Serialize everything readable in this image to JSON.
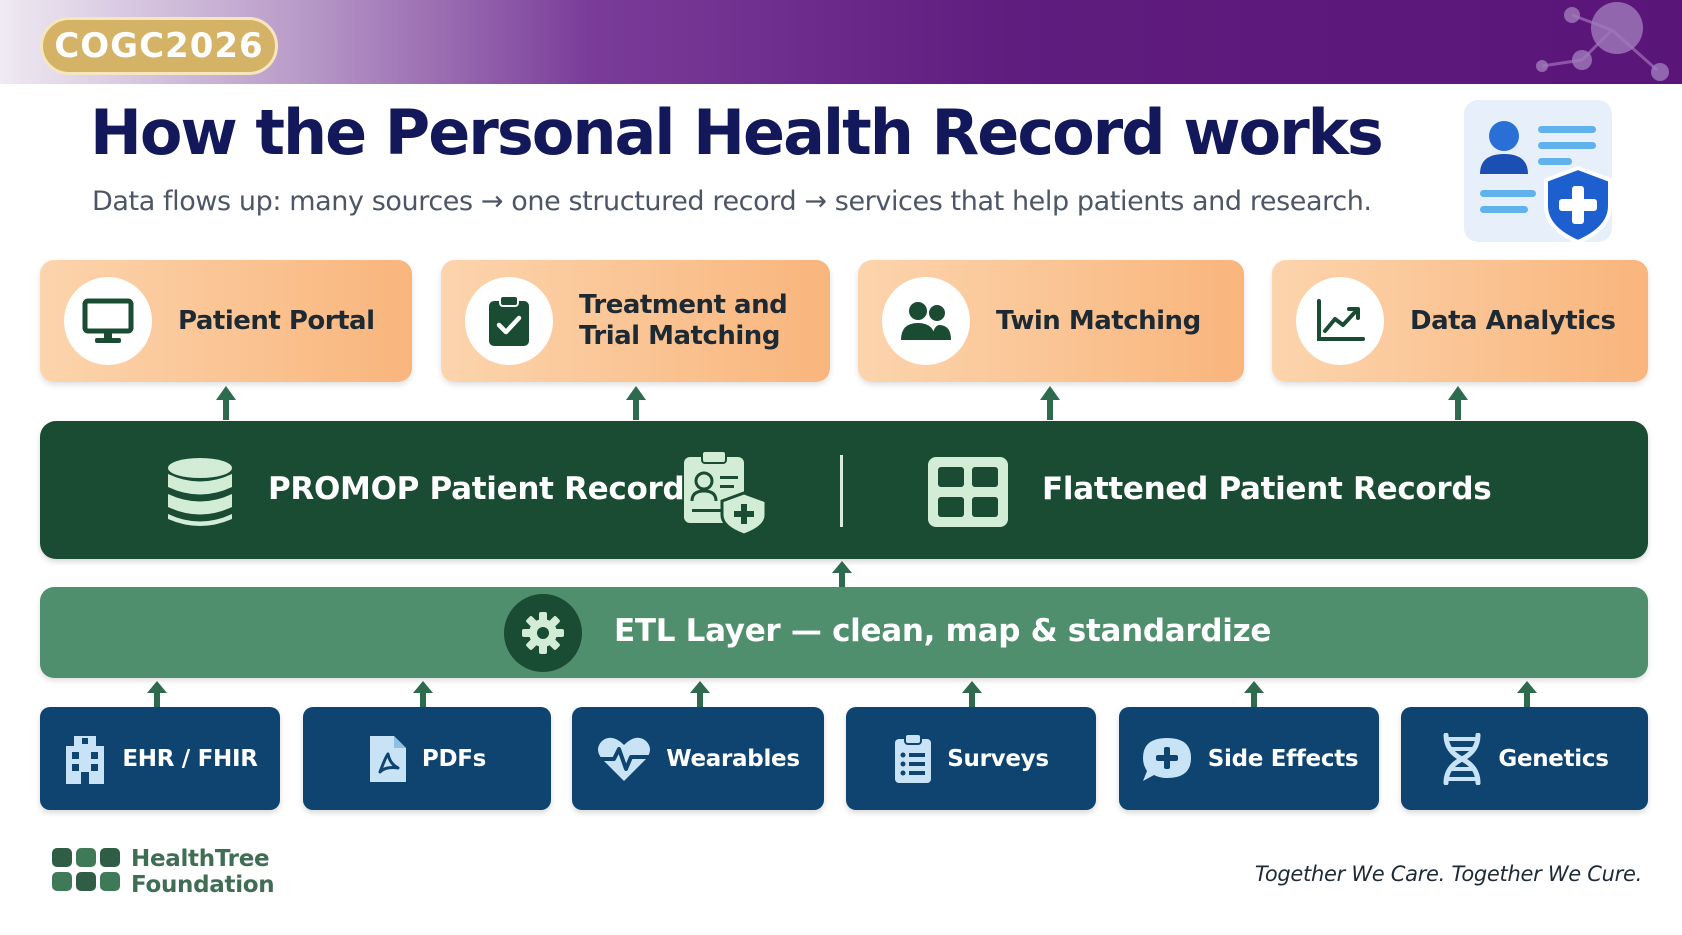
{
  "header": {
    "badge": "COGC2026",
    "title": "How the Personal Health Record works",
    "subtitle": "Data flows up: many sources → one structured record → services that help patients and research."
  },
  "services": [
    {
      "label": "Patient Portal",
      "icon": "monitor-icon"
    },
    {
      "label": "Treatment and Trial Matching",
      "icon": "clipboard-check-icon"
    },
    {
      "label": "Twin Matching",
      "icon": "people-icon"
    },
    {
      "label": "Data Analytics",
      "icon": "line-chart-icon"
    }
  ],
  "record_layer": {
    "left_label": "PROMOP Patient Record",
    "right_label": "Flattened Patient Records"
  },
  "etl_layer": {
    "label": "ETL Layer — clean, map & standardize"
  },
  "sources": [
    {
      "label": "EHR / FHIR",
      "icon": "hospital-icon"
    },
    {
      "label": "PDFs",
      "icon": "pdf-icon"
    },
    {
      "label": "Wearables",
      "icon": "heart-pulse-icon"
    },
    {
      "label": "Surveys",
      "icon": "clipboard-list-icon"
    },
    {
      "label": "Side Effects",
      "icon": "chat-plus-icon"
    },
    {
      "label": "Genetics",
      "icon": "dna-icon"
    }
  ],
  "footer": {
    "org_line1": "HealthTree",
    "org_line2": "Foundation",
    "tagline": "Together We Care. Together We Cure."
  },
  "colors": {
    "title": "#121859",
    "service_card": "#f9b57c",
    "record_band": "#1a4b33",
    "etl_band": "#4f8f6d",
    "source_box": "#0f4470",
    "arrow": "#2e6b4e",
    "badge": "#d4b266"
  }
}
